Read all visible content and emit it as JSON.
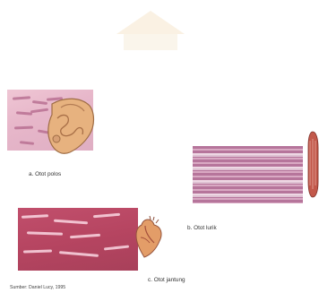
{
  "figure": {
    "labels": {
      "smooth": "a. Otot polos",
      "skeletal": "b. Otot lurik",
      "cardiac": "c. Otot jantung"
    },
    "source": "Sumber: Daniel Lucy, 1995"
  },
  "icons": {
    "watermark": "watermark-logo",
    "intestine": "intestine-illustration",
    "bicep": "bicep-illustration",
    "heart": "heart-illustration"
  },
  "colors": {
    "smooth_tissue": "#efc6d4",
    "skeletal_tissue": "#b6759b",
    "cardiac_tissue": "#b64561",
    "label_text": "#333333"
  }
}
